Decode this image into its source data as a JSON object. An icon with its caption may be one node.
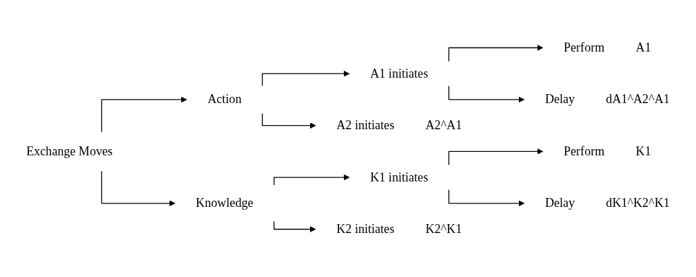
{
  "diagram": {
    "nodes": [
      {
        "text": [
          "Exchange Moves"
        ]
      },
      {
        "text": [
          "Action"
        ]
      },
      {
        "text": [
          "A1 initiates"
        ]
      },
      {
        "text": [
          "Perform"
        ],
        "beside": [
          "A1"
        ]
      },
      {
        "text": [
          "Delay"
        ],
        "beside": [
          "dA1^A2^A1"
        ]
      },
      {
        "text": [
          "A2 initiates"
        ],
        "beside": [
          "A2^A1"
        ]
      },
      {
        "text": [
          "Knowledge"
        ]
      },
      {
        "text": [
          "K1 initiates"
        ]
      },
      {
        "text": [
          "Perform"
        ],
        "beside": [
          "K1"
        ]
      },
      {
        "text": [
          "Delay"
        ],
        "beside": [
          "dK1^K2^K1"
        ]
      },
      {
        "text": [
          "K2 initiates"
        ],
        "beside": [
          "K2^K1"
        ]
      }
    ],
    "edges": [
      {
        "from": 0,
        "to": 1,
        "arrow": "to"
      },
      {
        "from": 0,
        "to": 6,
        "arrow": "to"
      },
      {
        "from": 1,
        "to": 2,
        "arrow": "to"
      },
      {
        "from": 1,
        "to": 5,
        "arrow": "to"
      },
      {
        "from": 2,
        "to": 3,
        "arrow": "to"
      },
      {
        "from": 2,
        "to": 4,
        "arrow": "to"
      },
      {
        "from": 6,
        "to": 7,
        "arrow": "to"
      },
      {
        "from": 6,
        "to": 10,
        "arrow": "to"
      },
      {
        "from": 7,
        "to": 8,
        "arrow": "to"
      },
      {
        "from": 7,
        "to": 9,
        "arrow": "to"
      }
    ]
  }
}
